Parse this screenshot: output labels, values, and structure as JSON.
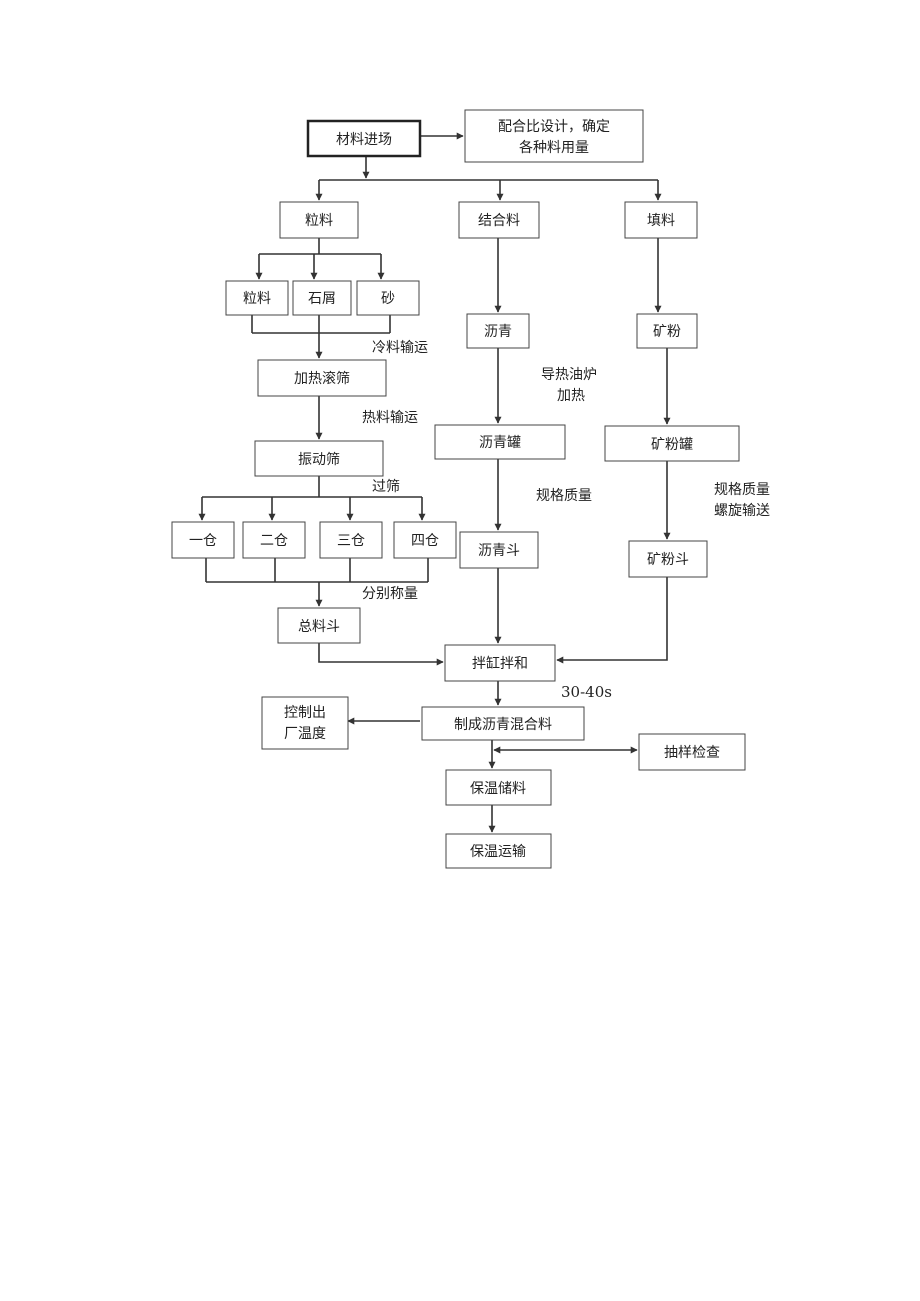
{
  "nodes": {
    "material_entry": "材料进场",
    "mix_design_line1": "配合比设计，确定",
    "mix_design_line2": "各种料用量",
    "aggregate": "粒料",
    "binder": "结合料",
    "filler": "填料",
    "aggregate_sub": "粒料",
    "stone_chips": "石屑",
    "sand": "砂",
    "asphalt": "沥青",
    "mineral_powder": "矿粉",
    "heat_drum": "加热滚筛",
    "vibrating_screen": "振动筛",
    "asphalt_tank": "沥青罐",
    "powder_tank": "矿粉罐",
    "bin1": "一仓",
    "bin2": "二仓",
    "bin3": "三仓",
    "bin4": "四仓",
    "asphalt_hopper": "沥青斗",
    "powder_hopper": "矿粉斗",
    "total_hopper": "总料斗",
    "mixer": "拌缸拌和",
    "mixture": "制成沥青混合料",
    "temp_control_line1": "控制出",
    "temp_control_line2": "厂温度",
    "sampling": "抽样检查",
    "storage": "保温储料",
    "transport": "保温运输"
  },
  "labels": {
    "cold_transport": "冷料输运",
    "hot_transport": "热料输运",
    "oil_heater_line1": "导热油炉",
    "oil_heater_line2": "加热",
    "spec_quality_1": "规格质量",
    "spec_quality_2": "规格质量",
    "screw_conveyor": "螺旋输送",
    "sieving": "过筛",
    "weighing": "分别称量",
    "mix_time": "30-40s"
  }
}
